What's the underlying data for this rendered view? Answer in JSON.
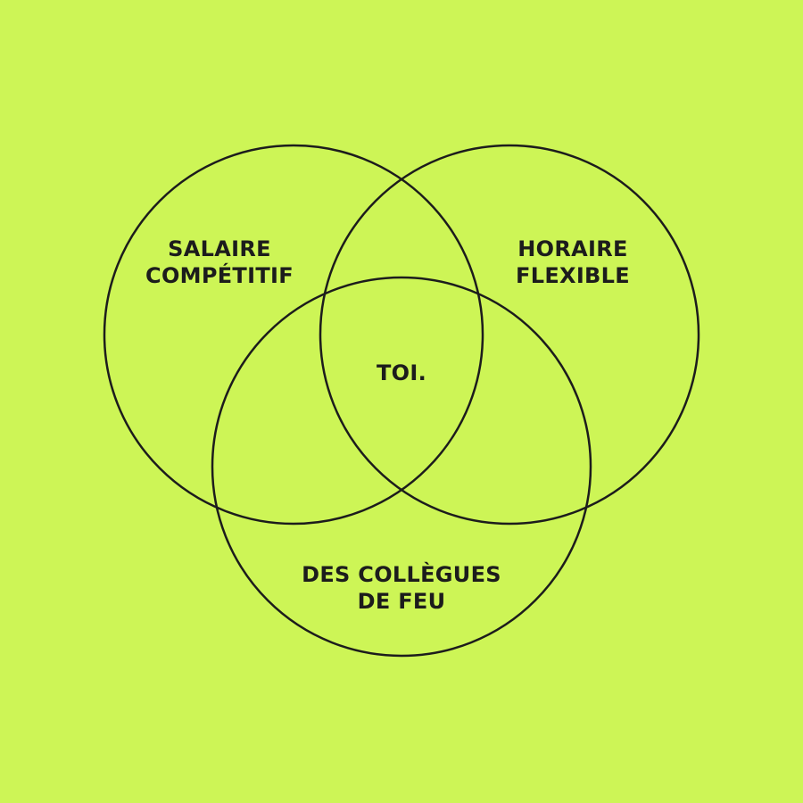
{
  "venn": {
    "colors": {
      "background": "#cdf556",
      "stroke": "#1c1c1c",
      "text": "#1c1c1c"
    },
    "sets": [
      {
        "id": "salary",
        "lines": [
          "SALAIRE",
          "COMPÉTITIF"
        ]
      },
      {
        "id": "schedule",
        "lines": [
          "HORAIRE",
          "FLEXIBLE"
        ]
      },
      {
        "id": "colleagues",
        "lines": [
          "DES COLLÈGUES",
          "DE FEU"
        ]
      }
    ],
    "intersection": {
      "label": "TOI."
    }
  }
}
